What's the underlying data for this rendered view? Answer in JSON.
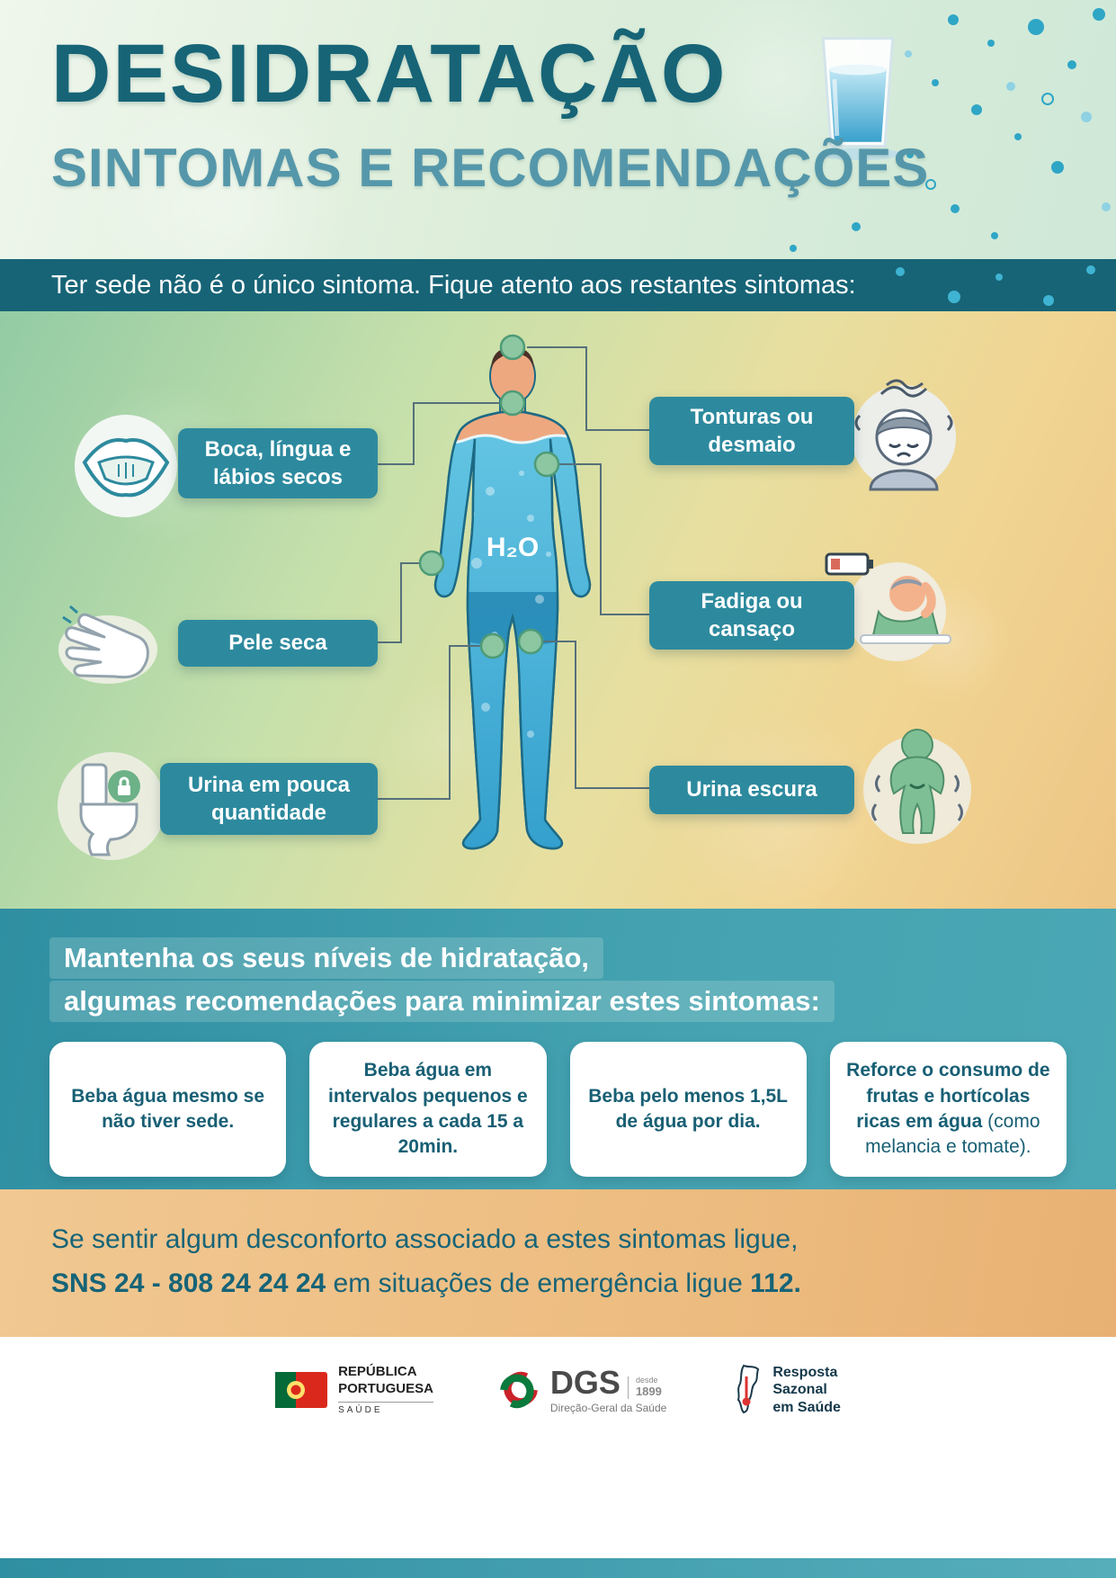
{
  "header": {
    "title": "DESIDRATAÇÃO",
    "subtitle": "SINTOMAS E RECOMENDAÇÕES"
  },
  "banner": {
    "text": "Ter sede não é o único sintoma. Fique atento aos restantes sintomas:"
  },
  "figure": {
    "label": "H₂O"
  },
  "symptoms": {
    "left": [
      {
        "label": "Boca, língua e lábios secos",
        "icon": "dry-mouth-icon"
      },
      {
        "label": "Pele seca",
        "icon": "dry-skin-hand-icon"
      },
      {
        "label": "Urina em pouca quantidade",
        "icon": "toilet-lock-icon"
      }
    ],
    "right": [
      {
        "label": "Tonturas ou desmaio",
        "icon": "dizzy-person-icon"
      },
      {
        "label": "Fadiga ou cansaço",
        "icon": "fatigue-battery-icon"
      },
      {
        "label": "Urina escura",
        "icon": "dark-urine-person-icon"
      }
    ]
  },
  "recommendations": {
    "heading_line1": "Mantenha os seus níveis de hidratação,",
    "heading_line2": "algumas recomendações para minimizar estes sintomas:",
    "cards": [
      {
        "text": "Beba água mesmo se não tiver sede."
      },
      {
        "text": "Beba água em intervalos pequenos e regulares a cada 15 a 20min."
      },
      {
        "text": "Beba pelo menos 1,5L de água por dia."
      },
      {
        "text_bold": "Reforce o consumo de frutas e hortícolas ricas em água",
        "text_normal": " (como melancia e tomate)."
      }
    ]
  },
  "emergency": {
    "line1": "Se sentir algum desconforto associado a estes sintomas ligue,",
    "phone_bold": "SNS 24 - 808 24 24 24",
    "line2_middle": " em situações de emergência ligue ",
    "number_bold": "112."
  },
  "footer": {
    "republica": {
      "name_line1": "REPÚBLICA",
      "name_line2": "PORTUGUESA",
      "dept": "SAÚDE"
    },
    "dgs": {
      "acronym": "DGS",
      "since_label": "desde",
      "since_year": "1899",
      "subtitle": "Direção-Geral da Saúde"
    },
    "resposta": {
      "line1": "Resposta",
      "line2": "Sazonal",
      "line3": "em Saúde"
    }
  },
  "colors": {
    "teal_dark": "#176477",
    "teal_pill": "#2d8a9e",
    "water_blue": "#45b3da",
    "marker_green": "#8cc7a2",
    "orange_bg": "#ecba7d"
  }
}
